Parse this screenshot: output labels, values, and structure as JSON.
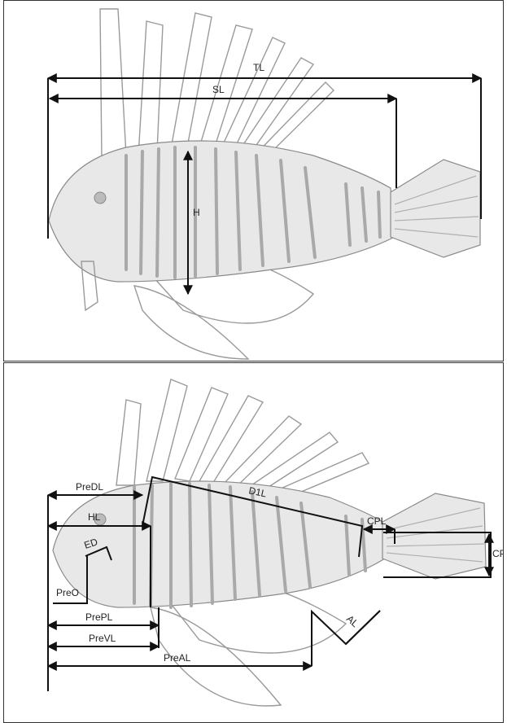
{
  "top_panel": {
    "labels": {
      "tl": "TL",
      "sl": "SL",
      "h": "H"
    }
  },
  "bottom_panel": {
    "labels": {
      "predl": "PreDL",
      "d1l": "D1L",
      "hl": "HL",
      "cpl": "CPL",
      "ed": "ED",
      "cp": "CP",
      "preo": "PreO",
      "prepl": "PrePL",
      "al": "AL",
      "prevl": "PreVL",
      "preal": "PreAL"
    }
  },
  "colors": {
    "ink": "#111111",
    "fish_fill": "#e8e8e8",
    "fish_line": "#8a8a8a",
    "frame": "#333333"
  }
}
